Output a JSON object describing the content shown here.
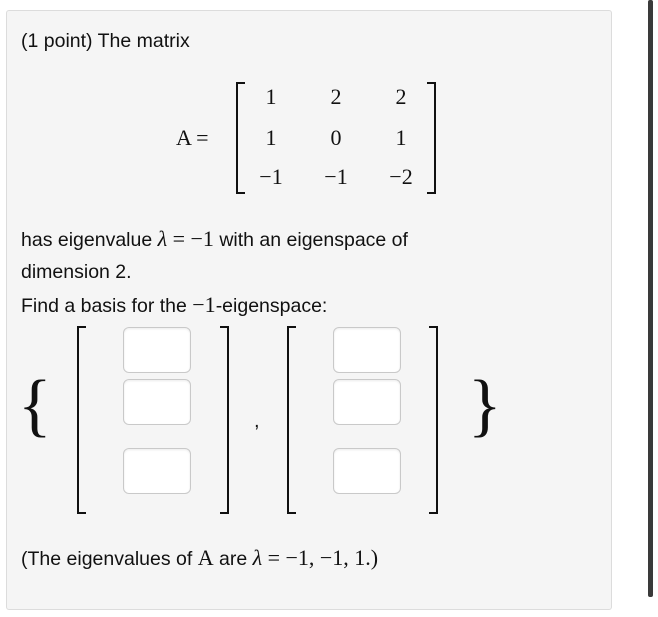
{
  "problem": {
    "header": "(1 point) The matrix",
    "matrix_label": "A =",
    "matrix": [
      [
        "1",
        "2",
        "2"
      ],
      [
        "1",
        "0",
        "1"
      ],
      [
        "−1",
        "−1",
        "−2"
      ]
    ],
    "statement": {
      "part1": "has eigenvalue",
      "lambda": "λ",
      "equals": "= −1",
      "part2": "with an eigenspace of",
      "line2": "dimension 2."
    },
    "prompt": {
      "before": "Find a basis for the",
      "value": "−1",
      "after": "-eigenspace:"
    },
    "set_open": "{",
    "set_close": "}",
    "comma": ",",
    "note": {
      "before": "(The eigenvalues of",
      "A": "A",
      "are": "are",
      "lambda": "λ",
      "values": "= −1, −1, 1.)"
    }
  }
}
